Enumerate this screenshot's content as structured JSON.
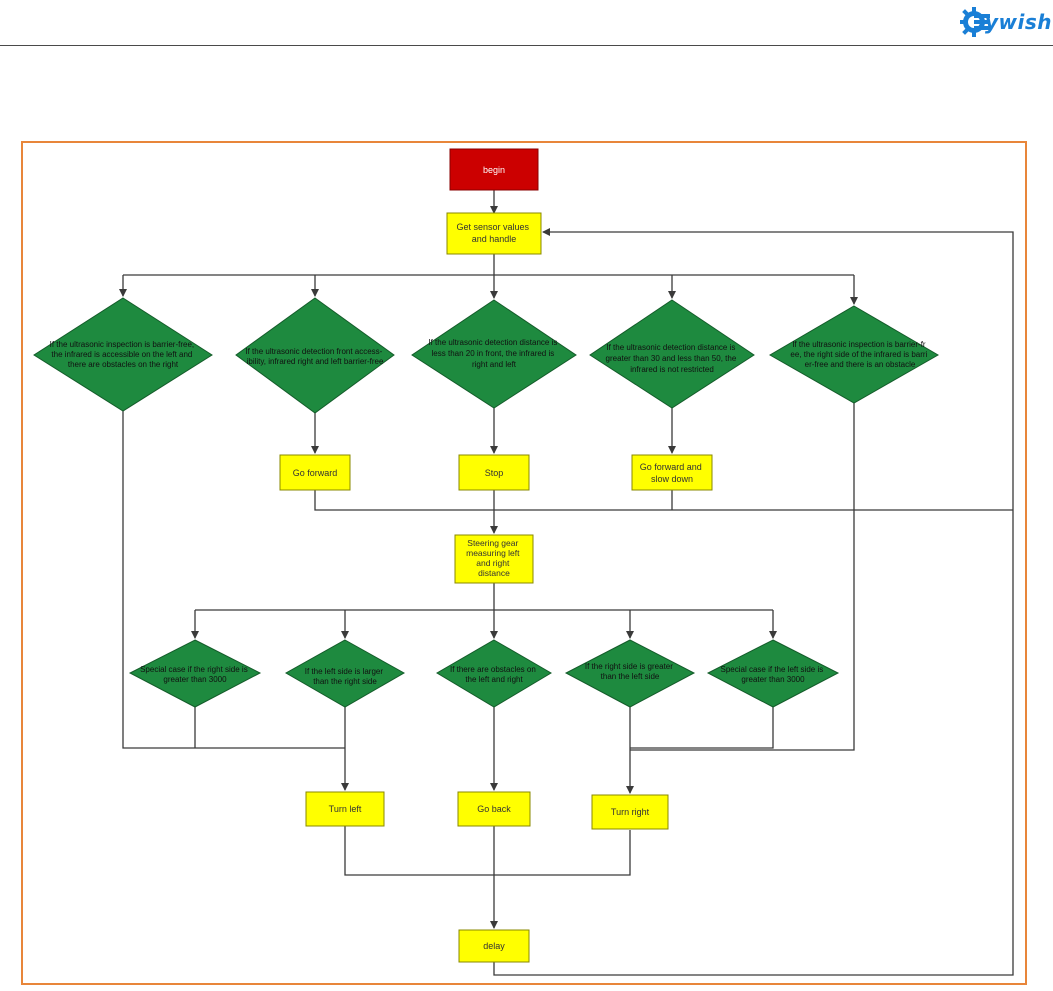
{
  "header": {
    "logo_text": "ywish",
    "logo_icon": "gear-e-icon",
    "colors": {
      "brand": "#1a7fd6",
      "rule": "#4a4a4a"
    }
  },
  "diagram": {
    "colors": {
      "frame": "#e8863a",
      "start": "#cc0000",
      "process": "#ffff00",
      "decision": "#1e8a3f",
      "line": "#3a3a3a"
    },
    "nodes": {
      "begin": "begin",
      "get_sensor": [
        "Get sensor values",
        "and handle"
      ],
      "d1": [
        "If the ultrasonic inspection is barrier-free,",
        "the infrared is accessible on the left and",
        "there are obstacles on the right"
      ],
      "d2": [
        "If the ultrasonic detection front access-",
        "ibility, infrared right and left barrier-free"
      ],
      "d3": [
        "If the ultrasonic detection distance is",
        "less than 20 in front, the infrared is",
        "right and left"
      ],
      "d4": [
        "If the ultrasonic detection distance is",
        "greater than 30 and less than 50, the",
        "infrared is not restricted"
      ],
      "d5": [
        "If the ultrasonic inspection is barrier-fr",
        "ee, the right side of the infrared is barri",
        "er-free and there is an obstacle"
      ],
      "go_forward": "Go forward",
      "stop": "Stop",
      "go_forward_slow": [
        "Go forward and",
        "slow down"
      ],
      "steering": [
        "Steering gear",
        "measuring left",
        "and right",
        "distance"
      ],
      "s1": [
        "Special case if the right side is",
        "greater than 3000"
      ],
      "s2": [
        "If the left side is larger",
        "than the right side"
      ],
      "s3": [
        "If there are obstacles on",
        "the left and right"
      ],
      "s4": [
        "If the right side is greater",
        "than the left side"
      ],
      "s5": [
        "Special case if the left side is",
        "greater than 3000"
      ],
      "turn_left": "Turn left",
      "go_back": "Go back",
      "turn_right": "Turn right",
      "delay": "delay"
    }
  }
}
